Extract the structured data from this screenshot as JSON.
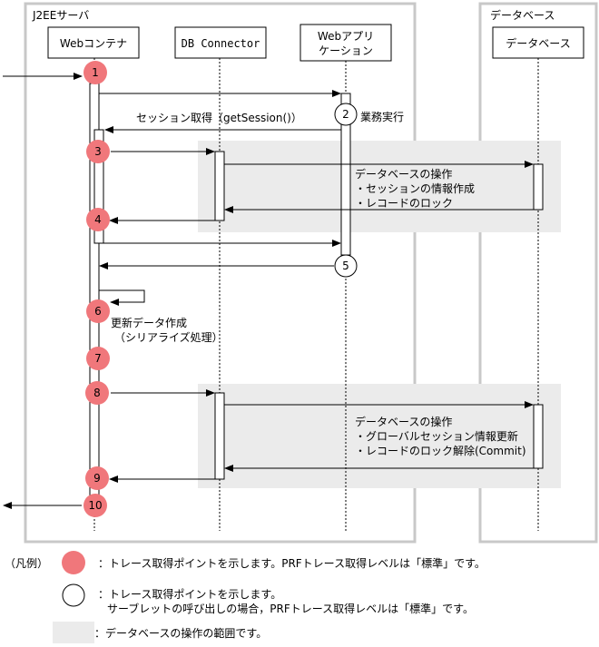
{
  "frames": {
    "j2ee_label": "J2EEサーバ",
    "db_label": "データベース"
  },
  "lifelines": {
    "web_container": "Webコンテナ",
    "db_connector": "DB Connector",
    "web_app_line1": "Webアプリ",
    "web_app_line2": "ケーション",
    "database": "データベース"
  },
  "messages": {
    "get_session": "セッション取得（getSession()）",
    "business": "業務実行",
    "db_op1_title": "データベースの操作",
    "db_op1_item1": "・セッションの情報作成",
    "db_op1_item2": "・レコードのロック",
    "update_data": "更新データ作成",
    "serialize": "（シリアライズ処理）",
    "db_op2_title": "データベースの操作",
    "db_op2_item1": "・グローバルセッション情報更新",
    "db_op2_item2": "・レコードのロック解除(Commit)"
  },
  "points": {
    "p1": "1",
    "p2": "2",
    "p3": "3",
    "p4": "4",
    "p5": "5",
    "p6": "6",
    "p7": "7",
    "p8": "8",
    "p9": "9",
    "p10": "10"
  },
  "legend": {
    "title": "（凡例）",
    "red_text": "：トレース取得ポイントを示します。PRFトレース取得レベルは「標準」です。",
    "white_text1": "：トレース取得ポイントを示します。",
    "white_text2": "サーブレットの呼び出しの場合，PRFトレース取得レベルは「標準」です。",
    "gray_text": "：データベースの操作の範囲です。"
  },
  "colors": {
    "trace_point": "#f0777b",
    "db_region": "#ebebeb",
    "frame": "#c8c8c8"
  }
}
